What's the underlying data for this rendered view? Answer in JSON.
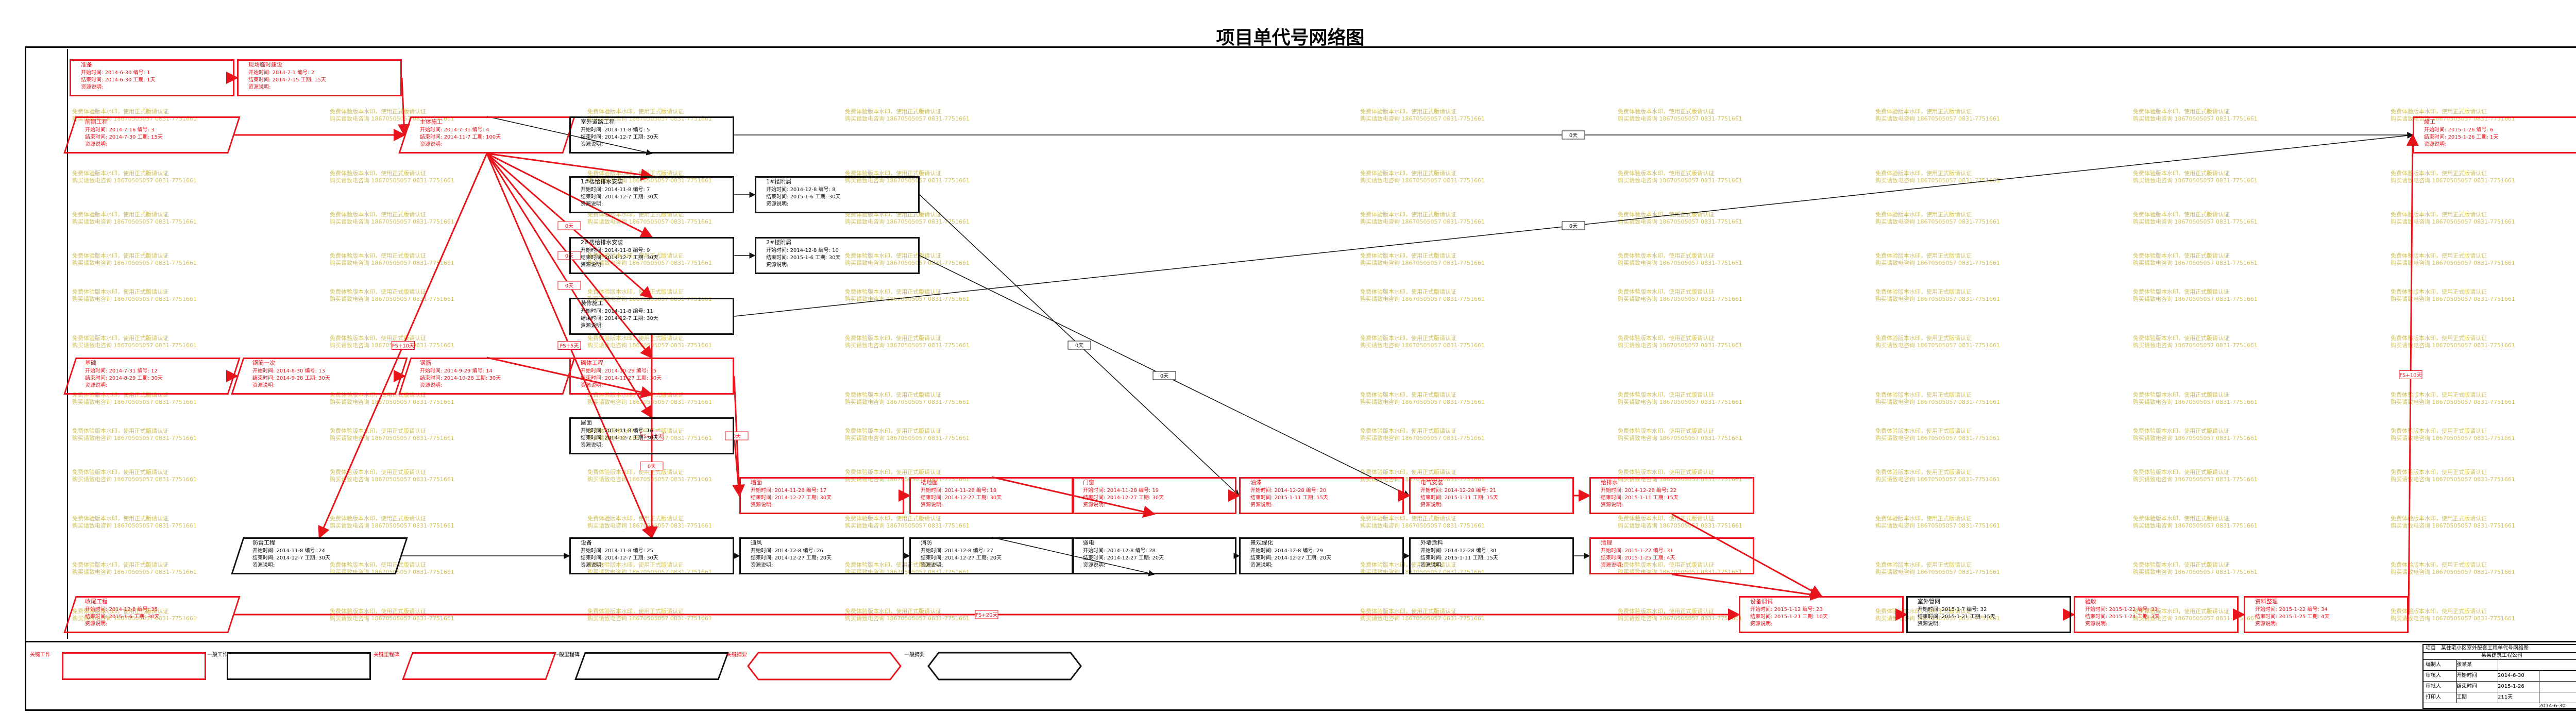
{
  "title": "项目单代号网络图",
  "watermark": {
    "line1": "免费体验版本水印，使用正式版请认证",
    "line2": "购买请致电咨询 18670505057 0831-7751661"
  },
  "field_labels": {
    "start": "开始时间",
    "finish": "结束时间",
    "id": "编号",
    "duration": "工期",
    "resource": "资源说明"
  },
  "colors": {
    "critical": "#e8141c",
    "normal": "#111111",
    "watermark": "#d2c25a"
  },
  "nodes": [
    {
      "key": "n1",
      "name": "准备",
      "start": "2014-6-30",
      "finish": "2014-6-30",
      "id": "1",
      "dur": "1天",
      "crit": true,
      "shape": "rect"
    },
    {
      "key": "n2",
      "name": "现场临时建设",
      "start": "2014-7-1",
      "finish": "2014-7-15",
      "id": "2",
      "dur": "15天",
      "crit": true,
      "shape": "rect"
    },
    {
      "key": "n3",
      "name": "前期工程",
      "start": "2014-7-16",
      "finish": "2014-7-30",
      "id": "3",
      "dur": "15天",
      "crit": true,
      "shape": "para"
    },
    {
      "key": "n4",
      "name": "主体施工",
      "start": "2014-7-31",
      "finish": "2014-11-7",
      "id": "4",
      "dur": "100天",
      "crit": true,
      "shape": "para"
    },
    {
      "key": "n5",
      "name": "室外道路工程",
      "start": "2014-11-8",
      "finish": "2014-12-7",
      "id": "5",
      "dur": "30天",
      "crit": false,
      "shape": "rect"
    },
    {
      "key": "n6",
      "name": "竣工",
      "start": "2015-1-26",
      "finish": "2015-1-26",
      "id": "6",
      "dur": "1天",
      "crit": true,
      "shape": "rect"
    },
    {
      "key": "n7",
      "name": "1#楼给排水安装",
      "start": "2014-11-8",
      "finish": "2014-12-7",
      "id": "7",
      "dur": "30天",
      "crit": false,
      "shape": "rect"
    },
    {
      "key": "n8",
      "name": "1#楼附属",
      "start": "2014-12-8",
      "finish": "2015-1-6",
      "id": "8",
      "dur": "30天",
      "crit": false,
      "shape": "rect"
    },
    {
      "key": "n9",
      "name": "2#楼给排水安装",
      "start": "2014-11-8",
      "finish": "2014-12-7",
      "id": "9",
      "dur": "30天",
      "crit": false,
      "shape": "rect"
    },
    {
      "key": "n10",
      "name": "2#楼附属",
      "start": "2014-12-8",
      "finish": "2015-1-6",
      "id": "10",
      "dur": "30天",
      "crit": false,
      "shape": "rect"
    },
    {
      "key": "n11",
      "name": "装修施工",
      "start": "2014-11-8",
      "finish": "2014-12-7",
      "id": "11",
      "dur": "30天",
      "crit": false,
      "shape": "rect"
    },
    {
      "key": "n12",
      "name": "基础",
      "start": "2014-7-31",
      "finish": "2014-8-29",
      "id": "12",
      "dur": "30天",
      "crit": true,
      "shape": "para"
    },
    {
      "key": "n13",
      "name": "钢筋一次",
      "start": "2014-8-30",
      "finish": "2014-9-28",
      "id": "13",
      "dur": "30天",
      "crit": true,
      "shape": "para"
    },
    {
      "key": "n14",
      "name": "钢筋",
      "start": "2014-9-29",
      "finish": "2014-10-28",
      "id": "14",
      "dur": "30天",
      "crit": true,
      "shape": "para"
    },
    {
      "key": "n15",
      "name": "砌体工程",
      "start": "2014-10-29",
      "finish": "2014-11-27",
      "id": "15",
      "dur": "30天",
      "crit": true,
      "shape": "rect"
    },
    {
      "key": "n16",
      "name": "屋面",
      "start": "2014-11-8",
      "finish": "2014-12-7",
      "id": "16",
      "dur": "30天",
      "crit": false,
      "shape": "rect"
    },
    {
      "key": "n17",
      "name": "墙面",
      "start": "2014-11-28",
      "finish": "2014-12-27",
      "id": "17",
      "dur": "30天",
      "crit": true,
      "shape": "rect"
    },
    {
      "key": "n18",
      "name": "楼地面",
      "start": "2014-11-28",
      "finish": "2014-12-27",
      "id": "18",
      "dur": "30天",
      "crit": true,
      "shape": "rect"
    },
    {
      "key": "n19",
      "name": "门窗",
      "start": "2014-11-28",
      "finish": "2014-12-27",
      "id": "19",
      "dur": "30天",
      "crit": true,
      "shape": "rect"
    },
    {
      "key": "n20",
      "name": "油漆",
      "start": "2014-12-28",
      "finish": "2015-1-11",
      "id": "20",
      "dur": "15天",
      "crit": true,
      "shape": "rect"
    },
    {
      "key": "n21",
      "name": "电气安装",
      "start": "2014-12-28",
      "finish": "2015-1-11",
      "id": "21",
      "dur": "15天",
      "crit": true,
      "shape": "rect"
    },
    {
      "key": "n22",
      "name": "给排水",
      "start": "2014-12-28",
      "finish": "2015-1-11",
      "id": "22",
      "dur": "15天",
      "crit": true,
      "shape": "rect"
    },
    {
      "key": "n23",
      "name": "设备调试",
      "start": "2015-1-12",
      "finish": "2015-1-21",
      "id": "23",
      "dur": "10天",
      "crit": true,
      "shape": "rect"
    },
    {
      "key": "n24",
      "name": "防雷工程",
      "start": "2014-11-8",
      "finish": "2014-12-7",
      "id": "24",
      "dur": "30天",
      "crit": false,
      "shape": "para"
    },
    {
      "key": "n25",
      "name": "设备",
      "start": "2014-11-8",
      "finish": "2014-12-7",
      "id": "25",
      "dur": "30天",
      "crit": false,
      "shape": "rect"
    },
    {
      "key": "n26",
      "name": "通风",
      "start": "2014-12-8",
      "finish": "2014-12-27",
      "id": "26",
      "dur": "20天",
      "crit": false,
      "shape": "rect"
    },
    {
      "key": "n27",
      "name": "消防",
      "start": "2014-12-8",
      "finish": "2014-12-27",
      "id": "27",
      "dur": "20天",
      "crit": false,
      "shape": "rect"
    },
    {
      "key": "n28",
      "name": "弱电",
      "start": "2014-12-8",
      "finish": "2014-12-27",
      "id": "28",
      "dur": "20天",
      "crit": false,
      "shape": "rect"
    },
    {
      "key": "n29",
      "name": "景观绿化",
      "start": "2014-12-8",
      "finish": "2014-12-27",
      "id": "29",
      "dur": "20天",
      "crit": false,
      "shape": "rect"
    },
    {
      "key": "n30",
      "name": "外墙涂料",
      "start": "2014-12-28",
      "finish": "2015-1-11",
      "id": "30",
      "dur": "15天",
      "crit": false,
      "shape": "rect"
    },
    {
      "key": "n31",
      "name": "清理",
      "start": "2015-1-22",
      "finish": "2015-1-25",
      "id": "31",
      "dur": "4天",
      "crit": true,
      "shape": "rect"
    },
    {
      "key": "n32",
      "name": "室外管网",
      "start": "2015-1-7",
      "finish": "2015-1-21",
      "id": "32",
      "dur": "15天",
      "crit": false,
      "shape": "rect"
    },
    {
      "key": "n33",
      "name": "验收",
      "start": "2015-1-22",
      "finish": "2015-1-24",
      "id": "33",
      "dur": "3天",
      "crit": true,
      "shape": "rect"
    },
    {
      "key": "n34",
      "name": "资料整理",
      "start": "2015-1-22",
      "finish": "2015-1-25",
      "id": "34",
      "dur": "4天",
      "crit": true,
      "shape": "rect"
    },
    {
      "key": "n35",
      "name": "收尾工程",
      "start": "2014-12-8",
      "finish": "2015-1-6",
      "id": "35",
      "dur": "30天",
      "crit": true,
      "shape": "para"
    }
  ],
  "lags": [
    "0天",
    "0天",
    "0天",
    "0天",
    "0天",
    "0天",
    "0天",
    "0天",
    "FS+10天",
    "FS+10天",
    "FS+5天",
    "FS+15天",
    "0天",
    "FS+20天",
    "0天",
    "0天"
  ],
  "legend": {
    "critical_work": "关键工作",
    "normal_work": "一般工作",
    "critical_work2": "关键里程碑",
    "normal_work2": "一般里程碑",
    "critical_summary": "关键摘要",
    "normal_summary": "一般摘要"
  },
  "title_block": {
    "project_label": "项目",
    "project_name": "某住宅小区室外配套工程单代号网络图",
    "company": "某某建筑工程公司",
    "rows": [
      {
        "a": "编制人",
        "b": "张某某",
        "c": "",
        "d": ""
      },
      {
        "a": "审核人",
        "b": "开始时间",
        "c": "2014-6-30",
        "d": ""
      },
      {
        "a": "审批人",
        "b": "结束时间",
        "c": "2015-1-26",
        "d": ""
      },
      {
        "a": "打印人",
        "b": "工期",
        "c": "211天",
        "d": ""
      }
    ],
    "date": "2014-6-30"
  }
}
